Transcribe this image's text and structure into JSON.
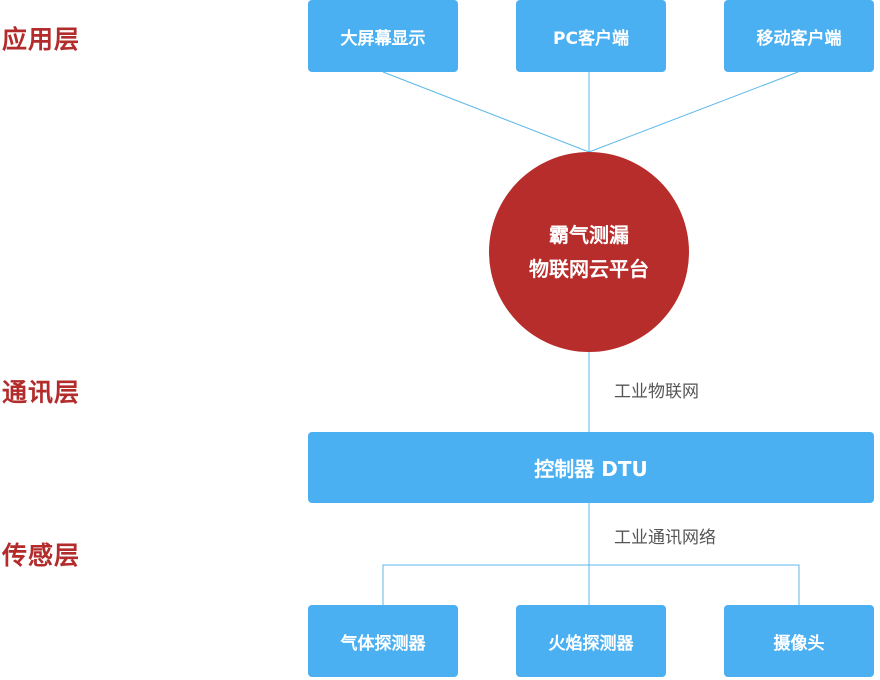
{
  "layers": {
    "application": "应用层",
    "communication": "通讯层",
    "sensing": "传感层"
  },
  "application_nodes": [
    "大屏幕显示",
    "PC客户端",
    "移动客户端"
  ],
  "platform": {
    "line1": "霸气测漏",
    "line2": "物联网云平台"
  },
  "links": {
    "platform_to_controller": "工业物联网",
    "controller_to_sensors": "工业通讯网络"
  },
  "controller": "控制器 DTU",
  "sensing_nodes": [
    "气体探测器",
    "火焰探测器",
    "摄像头"
  ],
  "colors": {
    "node": "#4bb0f2",
    "hub": "#b72d2b",
    "layer_label": "#b32c2c",
    "line": "#5bb8ea"
  }
}
